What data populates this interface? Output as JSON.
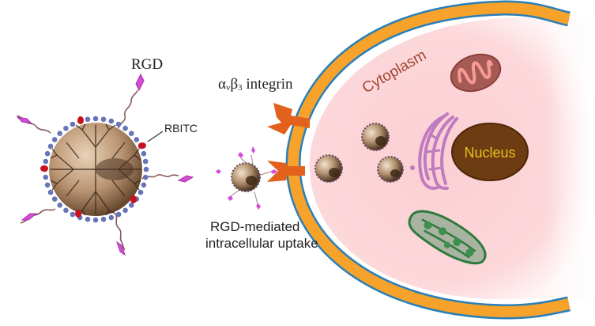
{
  "figure": {
    "labels": {
      "rgd": "RGD",
      "rbitc": "RBITC",
      "integrin_alpha": "α",
      "integrin_v": "v",
      "integrin_beta": "β",
      "integrin_3": "3",
      "integrin_word": " integrin",
      "uptake_line1": "RGD-mediated",
      "uptake_line2": "intracellular uptake",
      "cytoplasm": "Cytoplasm",
      "nucleus": "Nucleus"
    },
    "colors": {
      "membrane_orange": "#f7a22b",
      "membrane_blue": "#2a7fb8",
      "cytoplasm_pink": "#fbd3d6",
      "nucleus_brown": "#6e3c12",
      "nucleus_text": "#e8c21a",
      "cytoplasm_text": "#a0452f",
      "golgi_purple": "#c07ac0",
      "mitochondrion": "#a65a55",
      "chloroplast_fill": "#a9b3a2",
      "chloroplast_stroke": "#2f7a3d",
      "rgd_magenta": "#d54ad8",
      "rbitc_red": "#c8101e",
      "peg_dot_blue": "#6674b8",
      "receptor_orange": "#e2611d",
      "particle_brown": "#a98766"
    }
  }
}
